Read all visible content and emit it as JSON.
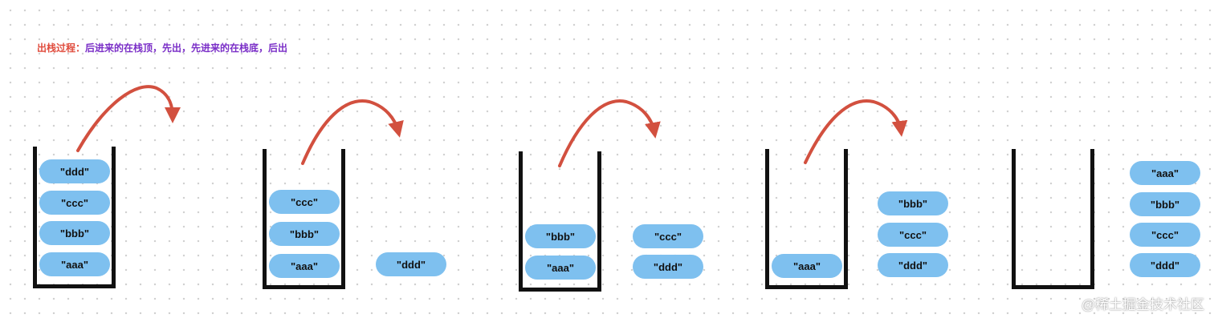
{
  "caption": {
    "prefix": "出栈过程：",
    "text": "后进来的在栈顶，先出，先进来的在栈底，后出",
    "prefix_color": "#e04b3c",
    "text_color": "#7a2ec7"
  },
  "colors": {
    "pill": "#7ec0ef",
    "stack_outline": "#111111",
    "arrow": "#d2503f"
  },
  "steps": [
    {
      "stack": [
        "\"ddd\"",
        "\"ccc\"",
        "\"bbb\"",
        "\"aaa\""
      ],
      "popped": []
    },
    {
      "stack": [
        "\"ccc\"",
        "\"bbb\"",
        "\"aaa\""
      ],
      "popped": [
        "\"ddd\""
      ]
    },
    {
      "stack": [
        "\"bbb\"",
        "\"aaa\""
      ],
      "popped": [
        "\"ccc\"",
        "\"ddd\""
      ]
    },
    {
      "stack": [
        "\"aaa\""
      ],
      "popped": [
        "\"bbb\"",
        "\"ccc\"",
        "\"ddd\""
      ]
    },
    {
      "stack": [],
      "popped": [
        "\"aaa\"",
        "\"bbb\"",
        "\"ccc\"",
        "\"ddd\""
      ]
    }
  ],
  "watermark": "@稀土掘金技术社区"
}
